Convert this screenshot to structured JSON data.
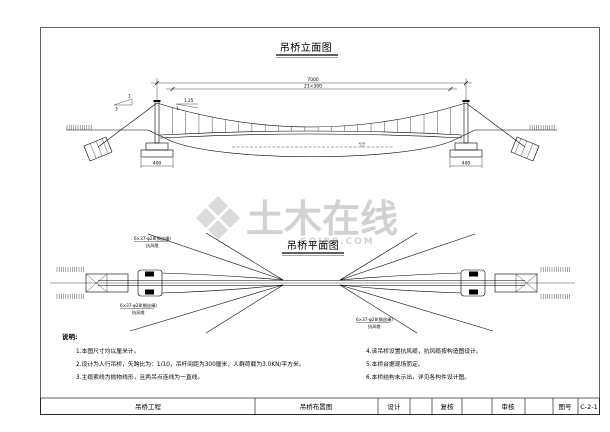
{
  "elevation": {
    "title": "吊桥立面图",
    "dim_total": "7000",
    "dim_hangers": "21×300",
    "slope_backstay_rise": "1",
    "slope_backstay_run": "3",
    "slope_cable": "1.25",
    "slope_cable_base": "1",
    "foundation_left_dim": "400",
    "foundation_right_dim": "400"
  },
  "plan": {
    "title": "吊桥平面图",
    "wind_cable_callouts": [
      {
        "spec": "6×37-φ28(钢丝绳)",
        "name": "抗风缆"
      },
      {
        "spec": "6×37-φ28(钢丝绳)",
        "name": "抗风缆"
      },
      {
        "spec": "6×37-φ28(钢丝绳)",
        "name": "抗风缆"
      }
    ]
  },
  "notes": {
    "heading": "说明:",
    "items": [
      "1.本图尺寸均以厘米计。",
      "2.设计为人行吊桥，矢跨比为：1/10，吊杆间距为300厘米，人群荷载为3.0KN/平方米。",
      "3.主缆索线为抛物线形，且两吊点连线为一直线。",
      "4.该吊桥设置抗风缆，抗风缆按构造图设计。",
      "5.本桥台据现场而定。",
      "6.本桥结构未示出，详见各构件设计图。"
    ]
  },
  "title_block": {
    "project": "吊桥工程",
    "drawing_name": "吊桥布置图",
    "design_label": "设计",
    "check_label": "复核",
    "review_label": "审核",
    "number_label": "图号",
    "number": "C-2-1"
  },
  "watermark": {
    "brand": "土木在线",
    "site": "COI88.COM"
  },
  "colors": {
    "line": "#000000",
    "background": "#ffffff",
    "watermark": "#c4c4c4"
  }
}
